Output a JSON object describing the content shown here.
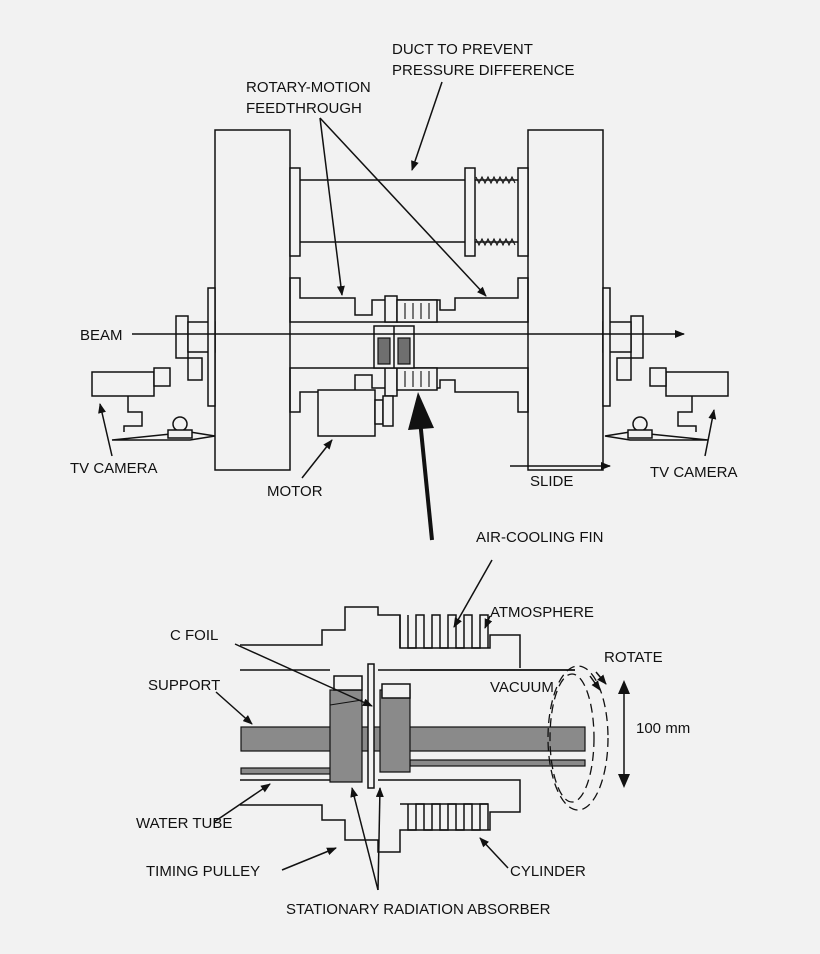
{
  "labels": {
    "duct": [
      "DUCT TO PREVENT",
      "PRESSURE DIFFERENCE"
    ],
    "rotary": [
      "ROTARY-MOTION",
      "FEEDTHROUGH"
    ],
    "beam": "BEAM",
    "tv_camera_left": "TV CAMERA",
    "tv_camera_right": "TV CAMERA",
    "motor": "MOTOR",
    "slide": "SLIDE",
    "air_cooling_fin": "AIR-COOLING FIN",
    "atmosphere": "ATMOSPHERE",
    "c_foil": "C FOIL",
    "rotate": "ROTATE",
    "support": "SUPPORT",
    "vacuum": "VACUUM",
    "dimension": "100 mm",
    "water_tube": "WATER TUBE",
    "timing_pulley": "TIMING PULLEY",
    "cylinder": "CYLINDER",
    "stationary_absorber": "STATIONARY RADIATION ABSORBER"
  },
  "colors": {
    "background": "#f2f2f2",
    "ink": "#111111",
    "fill_gray": "#8a8a8a"
  }
}
